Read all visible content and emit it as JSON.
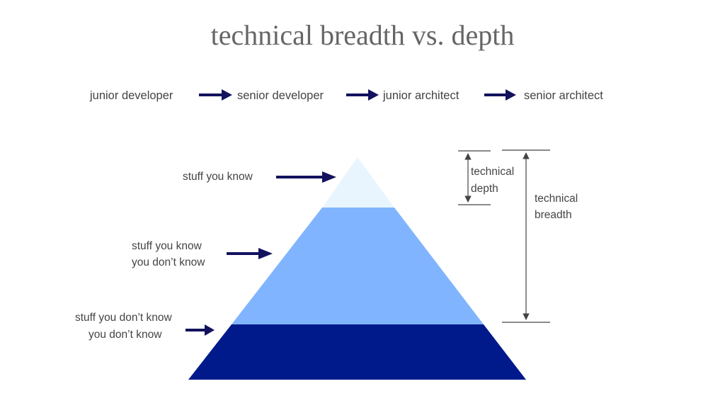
{
  "title": "technical breadth vs. depth",
  "career_path": [
    "junior developer",
    "senior developer",
    "junior architect",
    "senior architect"
  ],
  "pyramid": {
    "layers": [
      {
        "label_lines": [
          "stuff you know"
        ],
        "color": "#e8f5ff"
      },
      {
        "label_lines": [
          "stuff you know",
          "you don’t know"
        ],
        "color": "#80b4ff"
      },
      {
        "label_lines": [
          "stuff you don’t know",
          "you don’t know"
        ],
        "color": "#001a8c"
      }
    ]
  },
  "dimensions": {
    "depth": [
      "technical",
      "depth"
    ],
    "breadth": [
      "technical",
      "breadth"
    ]
  },
  "arrow_color": "#12125e"
}
